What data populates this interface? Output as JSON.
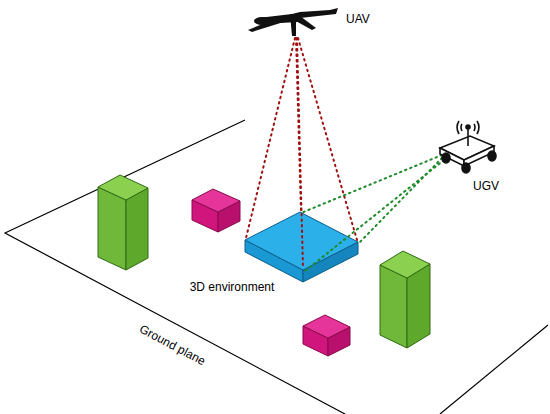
{
  "diagram": {
    "labels": [
      "UAV",
      "UGV",
      "3D environment",
      "Ground plane"
    ]
  }
}
